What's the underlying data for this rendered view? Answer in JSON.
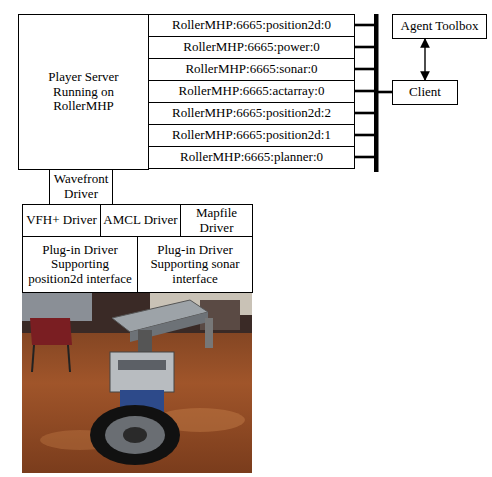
{
  "diagram": {
    "nodes": [
      {
        "text": [
          "Player Server Running on RollerMHP"
        ]
      },
      {
        "text": [
          "RollerMHP:6665:position2d:0"
        ]
      },
      {
        "text": [
          "RollerMHP:6665:power:0"
        ]
      },
      {
        "text": [
          "RollerMHP:6665:sonar:0"
        ]
      },
      {
        "text": [
          "RollerMHP:6665:actarray:0"
        ]
      },
      {
        "text": [
          "RollerMHP:6665:position2d:2"
        ]
      },
      {
        "text": [
          "RollerMHP:6665:position2d:1"
        ]
      },
      {
        "text": [
          "RollerMHP:6665:planner:0"
        ]
      },
      {
        "text": [
          "Agent Toolbox"
        ]
      },
      {
        "text": [
          "Client"
        ]
      },
      {
        "text": [
          "Wavefront Driver"
        ]
      },
      {
        "text": [
          "VFH+ Driver"
        ]
      },
      {
        "text": [
          "AMCL Driver"
        ]
      },
      {
        "text": [
          "Mapfile Driver"
        ]
      },
      {
        "text": [
          "Plug-in Driver Supporting position2d interface"
        ]
      },
      {
        "text": [
          "Plug-in Driver Supporting sonar interface"
        ]
      }
    ],
    "edges": [
      {
        "from": 8,
        "to": 9,
        "arrow": "both"
      }
    ]
  }
}
